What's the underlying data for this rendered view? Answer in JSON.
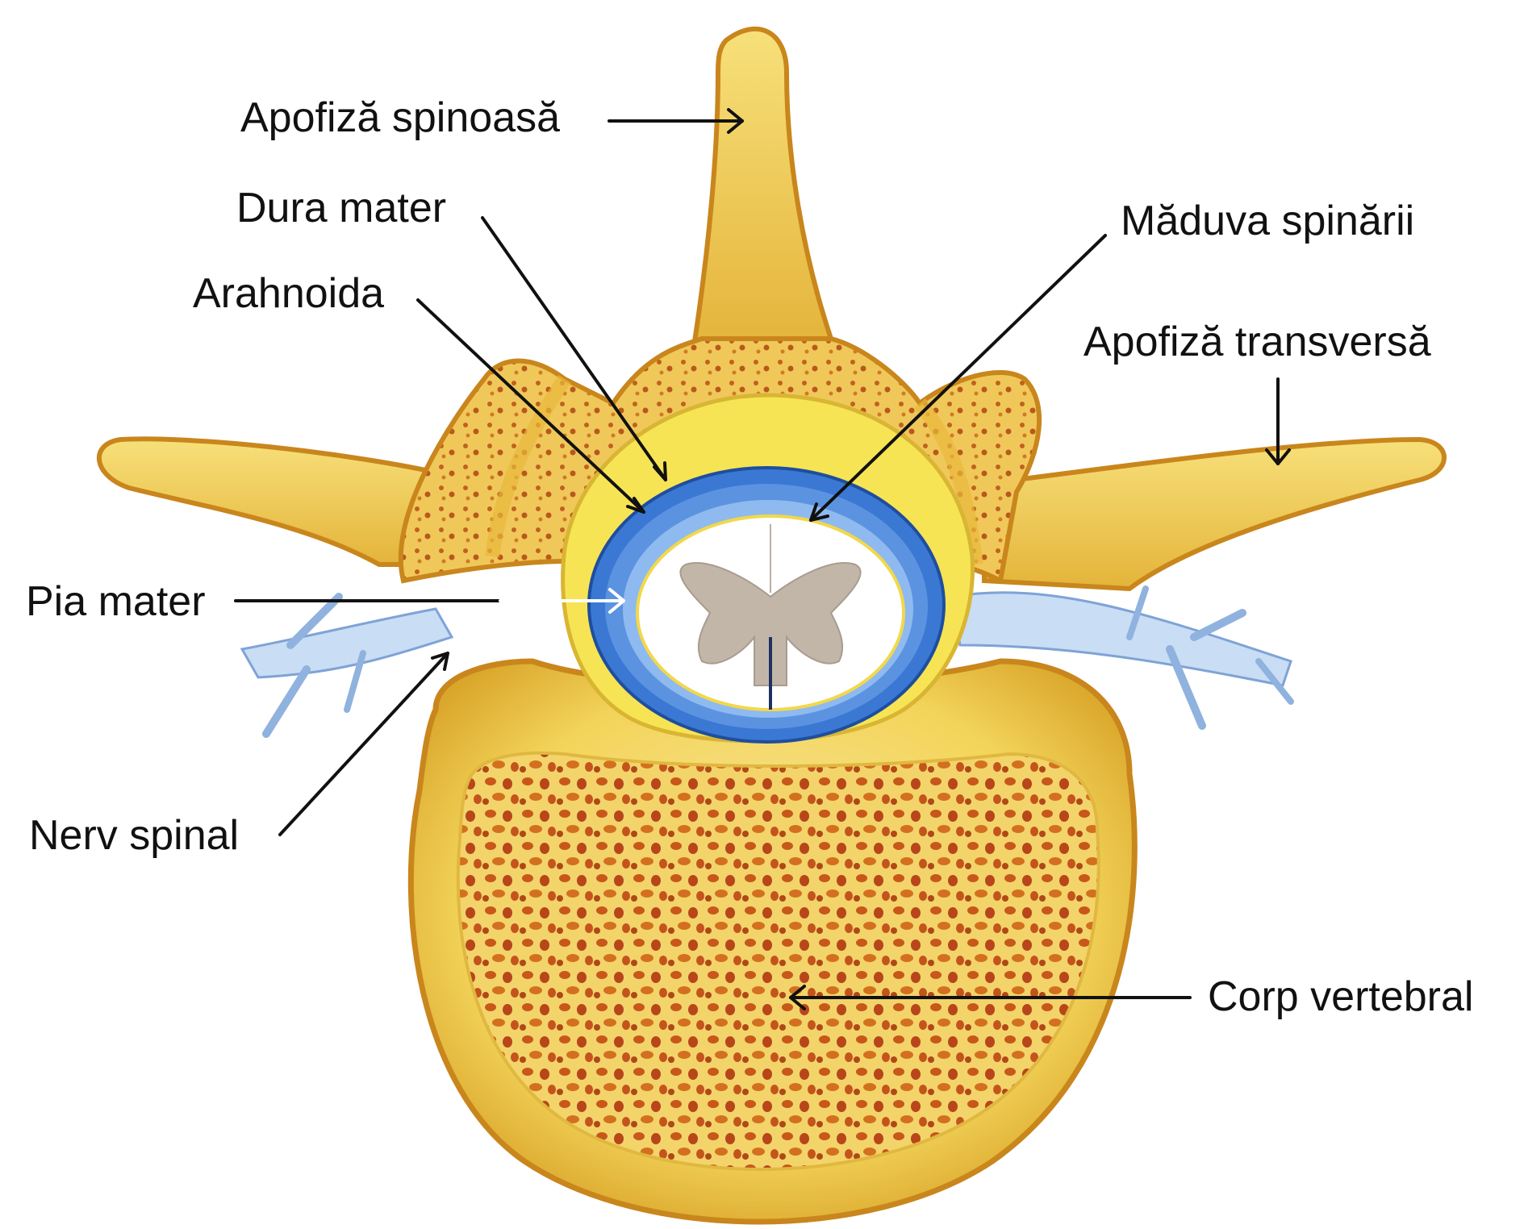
{
  "labels": {
    "spinous_process": "Apofiză spinoasă",
    "dura_mater": "Dura mater",
    "spinal_cord": "Măduva spinării",
    "arachnoid": "Arahnoida",
    "transverse_process": "Apofiză transversă",
    "pia_mater": "Pia mater",
    "spinal_nerve": "Nerv spinal",
    "vertebral_body": "Corp vertebral"
  },
  "colors": {
    "bone_light": "#f6e26a",
    "bone_mid": "#edc33a",
    "bone_dark": "#c8881c",
    "cancellous_spots": "#c85a1a",
    "dura_blue": "#2f6fd1",
    "nerve_blue": "#bcd6f2",
    "grey_matter": "#c2b6a8",
    "white_matter": "#ffffff",
    "arrow": "#111111"
  }
}
